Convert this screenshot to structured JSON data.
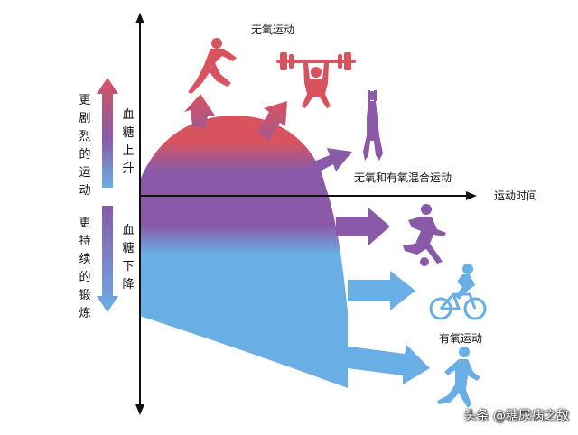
{
  "labels": {
    "anaerobic": "无氧运动",
    "mixed": "无氧和有氧混合运动",
    "aerobic": "有氧运动",
    "x_axis": "运动时间",
    "intense": "更剧烈的运动",
    "sustained": "更持续的锻炼",
    "glucose_up": "血糖上升",
    "glucose_down": "血糖下降"
  },
  "watermark": "头条 @糖尿病之敌",
  "colors": {
    "red": "#d9535f",
    "purple": "#8a5aa8",
    "blue": "#6aaee6",
    "axis": "#111111"
  },
  "icons": [
    "sprinter-icon",
    "weightlifter-icon",
    "basketball-player-icon",
    "soccer-player-icon",
    "cyclist-icon",
    "runner-icon"
  ]
}
